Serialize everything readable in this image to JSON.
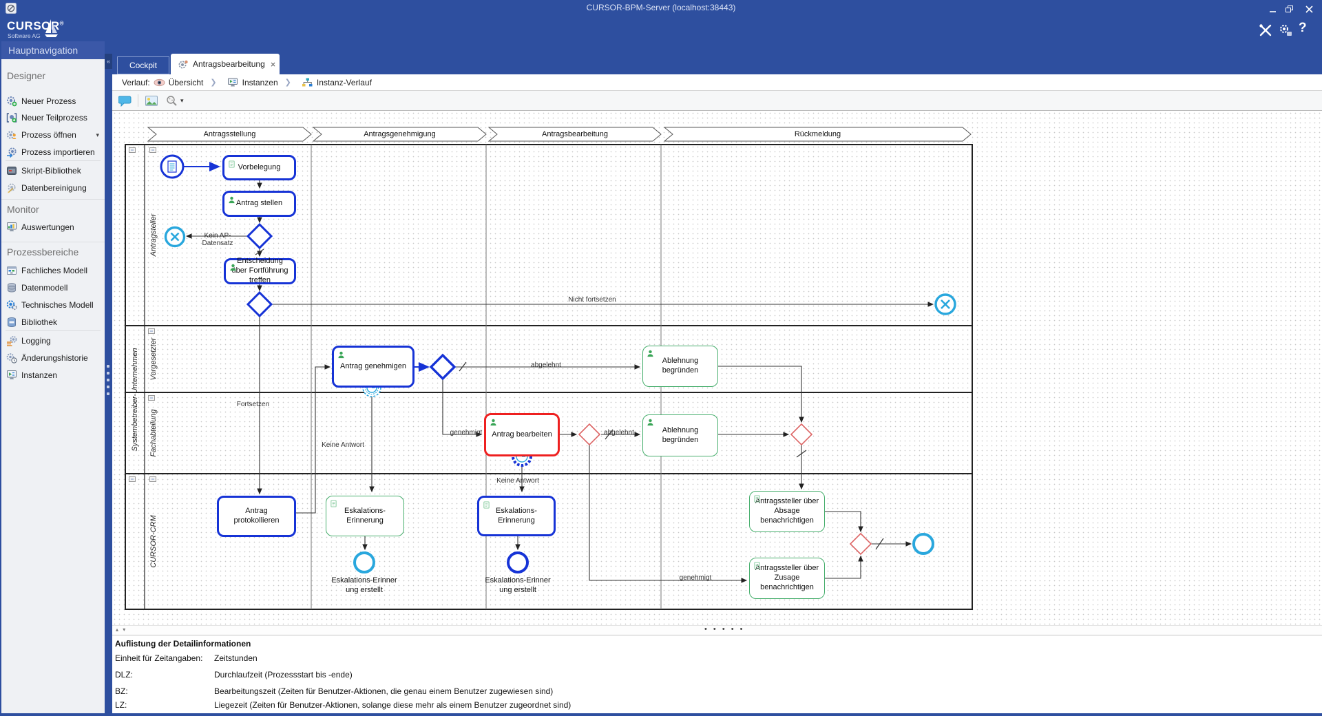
{
  "window": {
    "title": "CURSOR-BPM-Server (localhost:38443)",
    "help": "?"
  },
  "brand": {
    "name": "CURSOR",
    "reg": "®",
    "subtitle": "Software AG"
  },
  "glyphs": {
    "caret_down": "▾",
    "collapse_left": "«",
    "tab_close": "×",
    "splitter_dots": "• • • • •",
    "panel_arrows": "▴ ▾"
  },
  "sidebar": {
    "title": "Hauptnavigation",
    "sections": [
      {
        "title": "Designer",
        "items": [
          {
            "label": "Neuer Prozess"
          },
          {
            "label": "Neuer Teilprozess"
          },
          {
            "label": "Prozess öffnen"
          },
          {
            "label": "Prozess importieren"
          },
          {
            "label": "Skript-Bibliothek"
          },
          {
            "label": "Datenbereinigung"
          }
        ]
      },
      {
        "title": "Monitor",
        "items": [
          {
            "label": "Auswertungen"
          }
        ]
      },
      {
        "title": "Prozessbereiche",
        "items": [
          {
            "label": "Fachliches Modell"
          },
          {
            "label": "Datenmodell"
          },
          {
            "label": "Technisches Modell"
          },
          {
            "label": "Bibliothek"
          },
          {
            "label": "Logging"
          },
          {
            "label": "Änderungshistorie"
          },
          {
            "label": "Instanzen"
          }
        ]
      }
    ]
  },
  "tabs": {
    "cockpit": "Cockpit",
    "active": "Antragsbearbeitung"
  },
  "breadcrumb": {
    "prefix": "Verlauf:",
    "uebersicht": "Übersicht",
    "instanzen": "Instanzen",
    "instanz_verlauf": "Instanz-Verlauf"
  },
  "diagram": {
    "phases": {
      "p1": "Antragsstellung",
      "p2": "Antragsgenehmigung",
      "p3": "Antragsbearbeitung",
      "p4": "Rückmeldung"
    },
    "lanes": {
      "antragsteller": "Antragsteller",
      "gruppe": "Systembetreiber-Unternehmen",
      "vorgesetzter": "Vorgesetzter",
      "fachabteilung": "Fachabteilung",
      "cursor_crm": "CURSOR-CRM"
    },
    "tasks": {
      "vorbelegung": "Vorbelegung",
      "antrag_stellen": "Antrag stellen",
      "entscheidung": "Entscheidung über Fortführung treffen",
      "antrag_genehmigen": "Antrag genehmigen",
      "ablehnung_begruenden_1": "Ablehnung begründen",
      "antrag_bearbeiten": "Antrag bearbeiten",
      "ablehnung_begruenden_2": "Ablehnung begründen",
      "antrag_protokollieren": "Antrag protokollieren",
      "eskalations_erinnerung_1": "Eskalations-Erinnerung",
      "eskalations_erinnerung_2": "Eskalations-Erinnerung",
      "absage": "Antragssteller über Absage benachrichtigen",
      "zusage": "Antragssteller über Zusage benachrichtigen"
    },
    "events": {
      "esk_erstellt_1": "Eskalations-Erinner ung erstellt",
      "esk_erstellt_2": "Eskalations-Erinner ung erstellt"
    },
    "labels": {
      "kein_ap": "Kein AP-Datensatz",
      "nicht_fortsetzen": "Nicht fortsetzen",
      "fortsetzen": "Fortsetzen",
      "keine_antwort1": "Keine Antwort",
      "keine_antwort2": "Keine Antwort",
      "abgelehnt1": "abgelehnt",
      "abgelehnt2": "abgelehnt",
      "genehmigt1": "genehmigt",
      "genehmigt2": "genehmigt"
    }
  },
  "details": {
    "title": "Auflistung der Detailinformationen",
    "rows": [
      {
        "label": "Einheit für Zeitangaben:",
        "value": "Zeitstunden"
      },
      {
        "label": "DLZ:",
        "value": "Durchlaufzeit (Prozessstart bis -ende)"
      },
      {
        "label": "BZ:",
        "value": "Bearbeitungszeit (Zeiten für Benutzer-Aktionen, die genau einem Benutzer zugewiesen sind)"
      },
      {
        "label": "LZ:",
        "value": "Liegezeit (Zeiten für Benutzer-Aktionen, solange diese mehr als einem Benutzer zugeordnet sind)"
      }
    ]
  },
  "colors": {
    "chrome": "#2e4f9f",
    "node_blue": "#1633d6",
    "node_cyan": "#2aa7dd",
    "node_green": "#46ae6c",
    "node_red": "#ee2020",
    "gateway_red": "#dd6666"
  }
}
